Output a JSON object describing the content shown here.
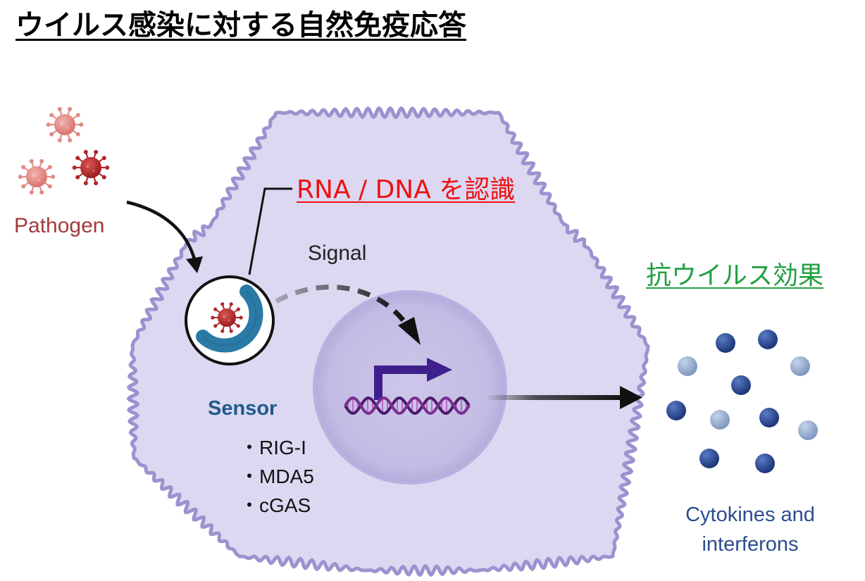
{
  "title": "ウイルス感染に対する自然免疫応答",
  "pathogen": {
    "label": "Pathogen"
  },
  "recognition": {
    "label": "RNA / DNA を認識"
  },
  "signal": {
    "label": "Signal"
  },
  "sensor": {
    "title": "Sensor",
    "items": [
      "・RIG-I",
      "・MDA5",
      "・cGAS"
    ]
  },
  "antiviral": {
    "label": "抗ウイルス効果"
  },
  "output": {
    "label": "Cytokines and interferons"
  },
  "colors": {
    "cell_fill": "#dcd8f2",
    "cell_outline": "#9a93cf",
    "nucleus_fill": "#c7c1e6",
    "virus_dark": "#b1262b",
    "virus_light": "#e08a86",
    "sensor_blue": "#2a7aa6",
    "promoter": "#3f1f8c",
    "dna": "#7a2d8f",
    "molecule_dark": "#27478f",
    "molecule_light": "#8ea6cc",
    "title_text": "#000000",
    "pathogen_text": "#a23a3a",
    "recognition_text": "#ee1111",
    "antiviral_text": "#20a040",
    "sensor_text": "#1f5a88",
    "cytokine_text": "#2b4d8e"
  },
  "icons": [
    "virus-icon",
    "sensor-receptor-icon",
    "promoter-arrow-icon",
    "dna-helix-icon",
    "cytokine-molecule-icon"
  ]
}
